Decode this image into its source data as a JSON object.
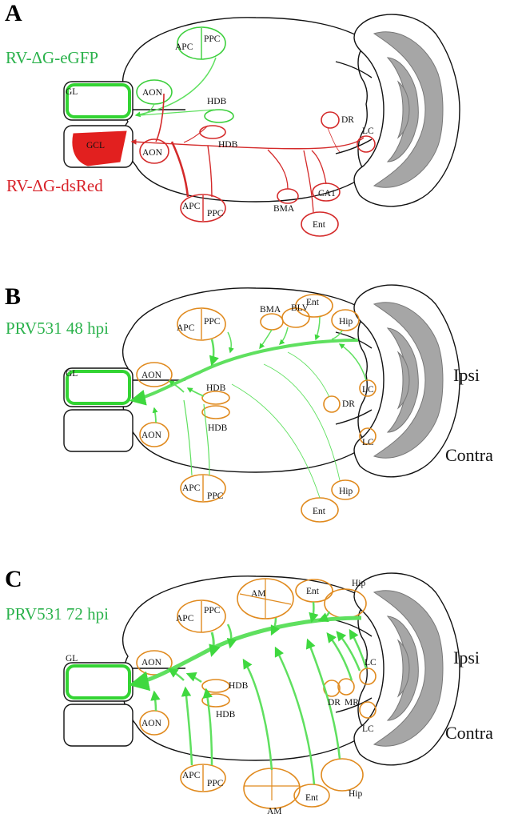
{
  "panels": [
    {
      "letter": "A",
      "titles": [
        {
          "text": "RV-ΔG-eGFP",
          "color": "#2bb24c"
        },
        {
          "text": "RV-ΔG-dsRed",
          "color": "#d8232a"
        }
      ],
      "labels": {
        "gl": "GL",
        "gcl": "GCL",
        "apc_top": "APC",
        "ppc_top": "PPC",
        "aon_top": "AON",
        "aon_bot": "AON",
        "hdb_top": "HDB",
        "hdb_bot": "HDB",
        "dr": "DR",
        "lc": "LC",
        "apc_bot": "APC",
        "ppc_bot": "PPC",
        "bma": "BMA",
        "ca1": "CA1",
        "ent": "Ent"
      }
    },
    {
      "letter": "B",
      "titles": [
        {
          "text": "PRV531  48 hpi",
          "color": "#2bb24c"
        }
      ],
      "side": {
        "ipsi": "Ipsi",
        "contra": "Contra"
      },
      "labels": {
        "gl": "GL",
        "apc_top": "APC",
        "ppc_top": "PPC",
        "bma": "BMA",
        "blv": "BLV",
        "ent_top": "Ent",
        "hip_top": "Hip",
        "aon_top": "AON",
        "aon_bot": "AON",
        "hdb_top": "HDB",
        "hdb_bot": "HDB",
        "dr": "DR",
        "lc_top": "LC",
        "lc_bot": "LC",
        "apc_bot": "APC",
        "ppc_bot": "PPC",
        "hip_bot": "Hip",
        "ent_bot": "Ent"
      }
    },
    {
      "letter": "C",
      "titles": [
        {
          "text": "PRV531  72 hpi",
          "color": "#2bb24c"
        }
      ],
      "side": {
        "ipsi": "Ipsi",
        "contra": "Contra"
      },
      "labels": {
        "gl": "GL",
        "am_top": "AM",
        "ent_top": "Ent",
        "hip_top": "Hip",
        "apc_top": "APC",
        "ppc_top": "PPC",
        "aon_top": "AON",
        "aon_bot": "AON",
        "hdb_top": "HDB",
        "hdb_bot": "HDB",
        "dr": "DR",
        "mr": "MR",
        "lc_top": "LC",
        "lc_bot": "LC",
        "apc_bot": "APC",
        "ppc_bot": "PPC",
        "am_bot": "AM",
        "ent_bot": "Ent",
        "hip_bot": "Hip"
      }
    }
  ],
  "colors": {
    "green": "#5fe05f",
    "red": "#d42a2a",
    "orange": "#e08a1e",
    "cerebellum": "#a6a6a6"
  }
}
